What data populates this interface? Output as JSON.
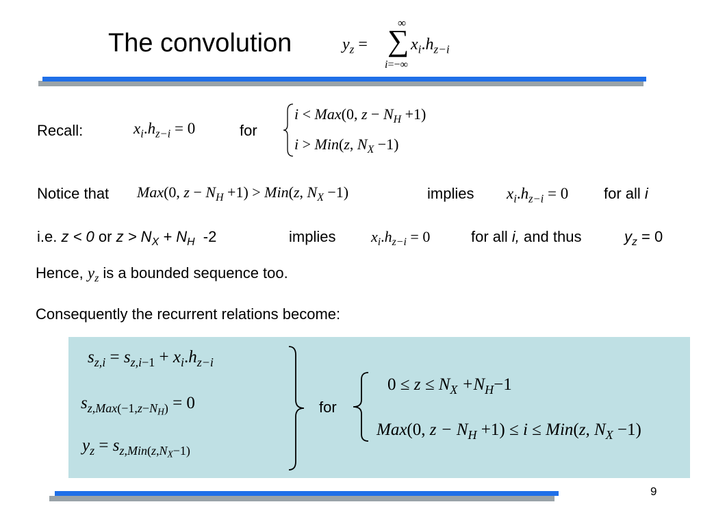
{
  "slide": {
    "title": "The  convolution",
    "page_number": "9",
    "colors": {
      "bar_blue": "#1f6fe8",
      "bar_gray": "#9aa3a8",
      "box_bg": "#bfe0e4"
    }
  },
  "formula": {
    "sum_upper": "∞",
    "sum_lower_var": "i",
    "sum_lower_rest": "=−∞"
  },
  "recall": {
    "label": "Recall:",
    "for": "for",
    "condition1": {
      "i": "i",
      "op": " < ",
      "fn": "Max",
      "rest": "(0, ",
      "z": "z",
      "minus": " − ",
      "n": "N",
      "sub": "H",
      "tail": " +1)"
    },
    "condition2": {
      "i": "i",
      "op": " > ",
      "fn": "Min",
      "rest": "(",
      "z": "z",
      "comma": ", ",
      "n": "N",
      "sub": "X",
      "tail": " −1)"
    }
  },
  "notice": {
    "prefix": "Notice that",
    "implies": "implies",
    "for_all": "for all",
    "var": "i"
  },
  "ie": {
    "prefix": "i.e.",
    "cond1": "z < 0",
    "or": "or",
    "cond2_z": "z > N",
    "sub_x": "X",
    "plus": " + N",
    "sub_h": "H",
    "minus2": "-2",
    "implies": "implies",
    "for_all": "for all",
    "i_comma": "i,",
    "and_thus": "and thus",
    "eq0": "= 0"
  },
  "hence": {
    "prefix": "Hence,",
    "suffix": "is a bounded sequence too."
  },
  "consequently": "Consequently the recurrent relations become:",
  "box": {
    "for": "for",
    "range1_a": "0 ≤ ",
    "range1_z": "z",
    "range1_b": " ≤ N",
    "range1_sub_x": "X",
    "range1_c": " +N",
    "range1_sub_h": "H",
    "range1_d": "−1",
    "range2_fn1": "Max",
    "range2_a": "(0, ",
    "range2_z": "z",
    "range2_b": " − N",
    "range2_sub_h": "H",
    "range2_c": " +1) ≤ ",
    "range2_i": "i",
    "range2_d": " ≤ ",
    "range2_fn2": "Min",
    "range2_e": "(",
    "range2_z2": "z",
    "range2_f": ", N",
    "range2_sub_x": "X",
    "range2_g": " −1)"
  }
}
